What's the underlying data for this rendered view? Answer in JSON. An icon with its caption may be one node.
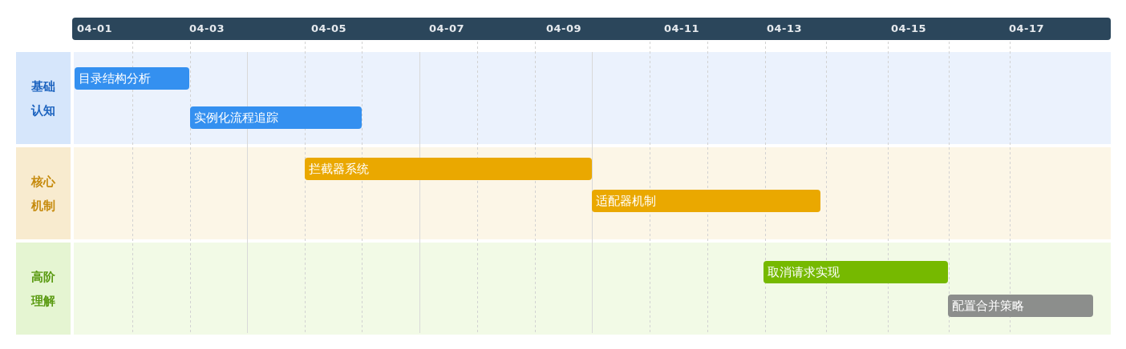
{
  "diagram": {
    "nodes": [
      {
        "text": [
          "基础认知"
        ]
      },
      {
        "text": [
          "目录结构分析"
        ],
        "in": 0
      },
      {
        "text": [
          "实例化流程追踪"
        ],
        "in": 0
      },
      {
        "text": [
          "核心机制"
        ]
      },
      {
        "text": [
          "拦截器系统"
        ],
        "in": 3
      },
      {
        "text": [
          "适配器机制"
        ],
        "in": 3
      },
      {
        "text": [
          "高阶理解"
        ]
      },
      {
        "text": [
          "取消请求实现"
        ],
        "in": 6
      },
      {
        "text": [
          "配置合并策略"
        ],
        "in": 6
      }
    ],
    "labels": [
      "04-01",
      "04-03",
      "04-05",
      "04-07",
      "04-09",
      "04-11",
      "04-13",
      "04-15",
      "04-17"
    ]
  }
}
